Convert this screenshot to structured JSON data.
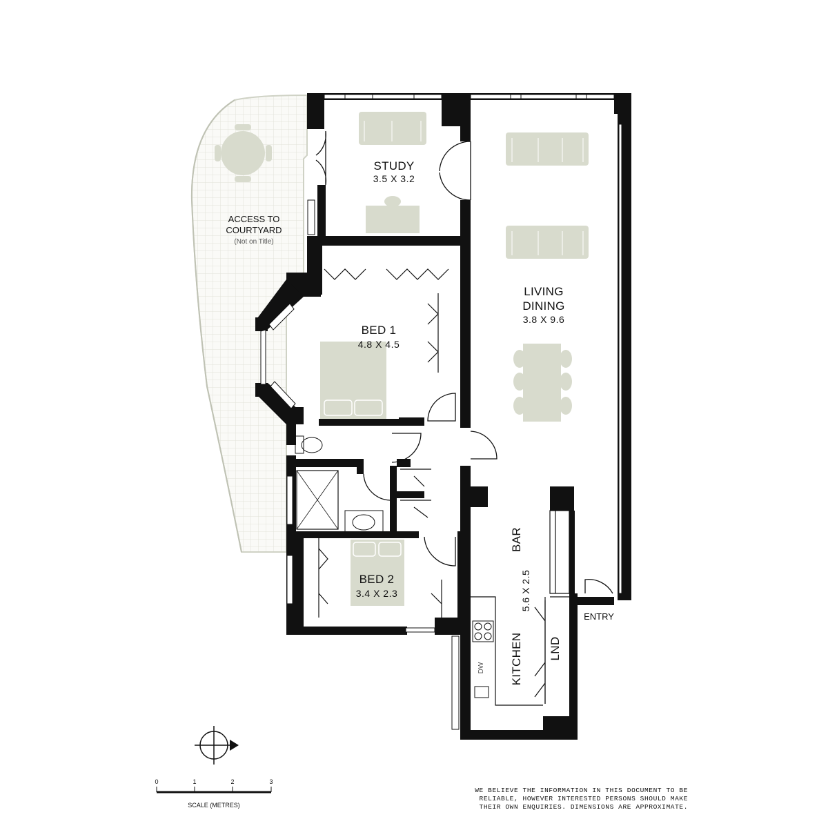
{
  "rooms": {
    "study": {
      "name": "STUDY",
      "dims": "3.5 X 3.2"
    },
    "living": {
      "name_line1": "LIVING",
      "name_line2": "DINING",
      "dims": "3.8 X 9.6"
    },
    "bed1": {
      "name": "BED 1",
      "dims": "4.8 X 4.5"
    },
    "bed2": {
      "name": "BED 2",
      "dims": "3.4 X 2.3"
    },
    "bar": {
      "name": "BAR"
    },
    "kitchen": {
      "name": "KITCHEN",
      "dims": "5.6 X 2.5"
    },
    "laundry": {
      "name": "LND"
    },
    "courtyard": {
      "name_line1": "ACCESS TO",
      "name_line2": "COURTYARD",
      "note": "(Not on Title)"
    },
    "entry": {
      "name": "ENTRY"
    },
    "dishwasher": {
      "name": "DW"
    }
  },
  "scale": {
    "label": "SCALE (METRES)",
    "ticks": [
      "0",
      "1",
      "2",
      "3"
    ]
  },
  "compass": {
    "icon": "compass-north-arrow-icon"
  },
  "disclaimer": [
    "WE BELIEVE THE INFORMATION IN THIS DOCUMENT TO BE",
    "RELIABLE, HOWEVER INTERESTED PERSONS SHOULD MAKE",
    "THEIR OWN ENQUIRIES. DIMENSIONS ARE APPROXIMATE."
  ],
  "colors": {
    "wall": "#111111",
    "furniture": "#d8dbcd",
    "courtyard_grid": "#e6e8de"
  }
}
